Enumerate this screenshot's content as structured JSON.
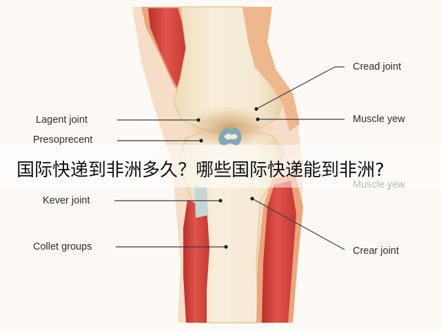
{
  "colors": {
    "background": "#fdf9f5",
    "bone": "#f5e9d2",
    "bone_shade": "#e9d2ab",
    "muscle_red": "#d7473f",
    "muscle_dark": "#b52e2a",
    "sheath": "#e9a47a",
    "cartilage": "#6f9fb0"
  },
  "labels": {
    "cread_joint": "Cread joint",
    "muscle_yew": "Muscle yew",
    "lagent_joint": "Lagent joint",
    "presoprecent": "Presoprecent",
    "muscle_yew_faded": "Muscle yew",
    "kever_joint": "Kever joint",
    "collet_groups": "Collet groups",
    "crear_joint": "Crear joint"
  },
  "banner": {
    "title": "国际快递到非洲多久？哪些国际快递能到非洲?"
  }
}
